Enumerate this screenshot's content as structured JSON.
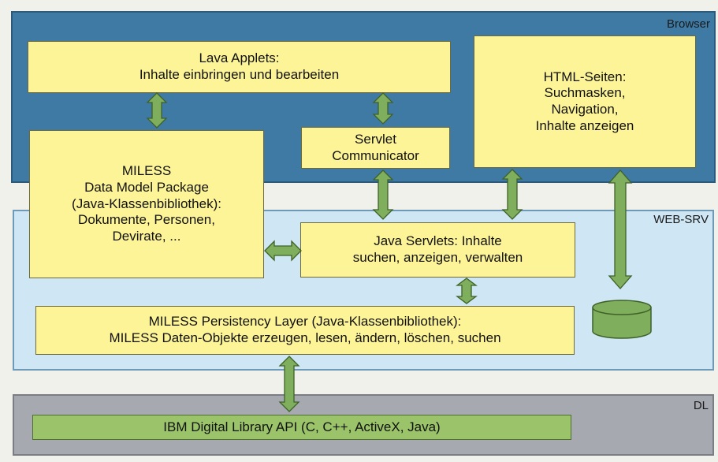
{
  "layers": {
    "browser": "Browser",
    "websrv": "WEB-SRV",
    "dl": "DL"
  },
  "boxes": {
    "lava_applets": "Lava Applets:\nInhalte einbringen und bearbeiten",
    "html_seiten": "HTML-Seiten:\nSuchmasken,\nNavigation,\nInhalte anzeigen",
    "miless_data_model": "MILESS\nData Model Package\n(Java-Klassenbibliothek):\nDokumente, Personen,\nDevirate, ...",
    "servlet_communicator": "Servlet\nCommunicator",
    "java_servlets": "Java Servlets: Inhalte\nsuchen, anzeigen, verwalten",
    "persistency_layer": "MILESS Persistency Layer (Java-Klassenbibliothek):\nMILESS Daten-Objekte erzeugen, lesen, ändern, löschen, suchen",
    "dl_api": "IBM Digital Library API (C, C++, ActiveX, Java)"
  },
  "colors": {
    "browser_layer": "#3f7aa4",
    "websrv_layer": "#cfe6f4",
    "dl_layer": "#a6aab0",
    "component_box": "#fdf497",
    "arrow": "#7fae5c",
    "database": "#7fae5c"
  }
}
